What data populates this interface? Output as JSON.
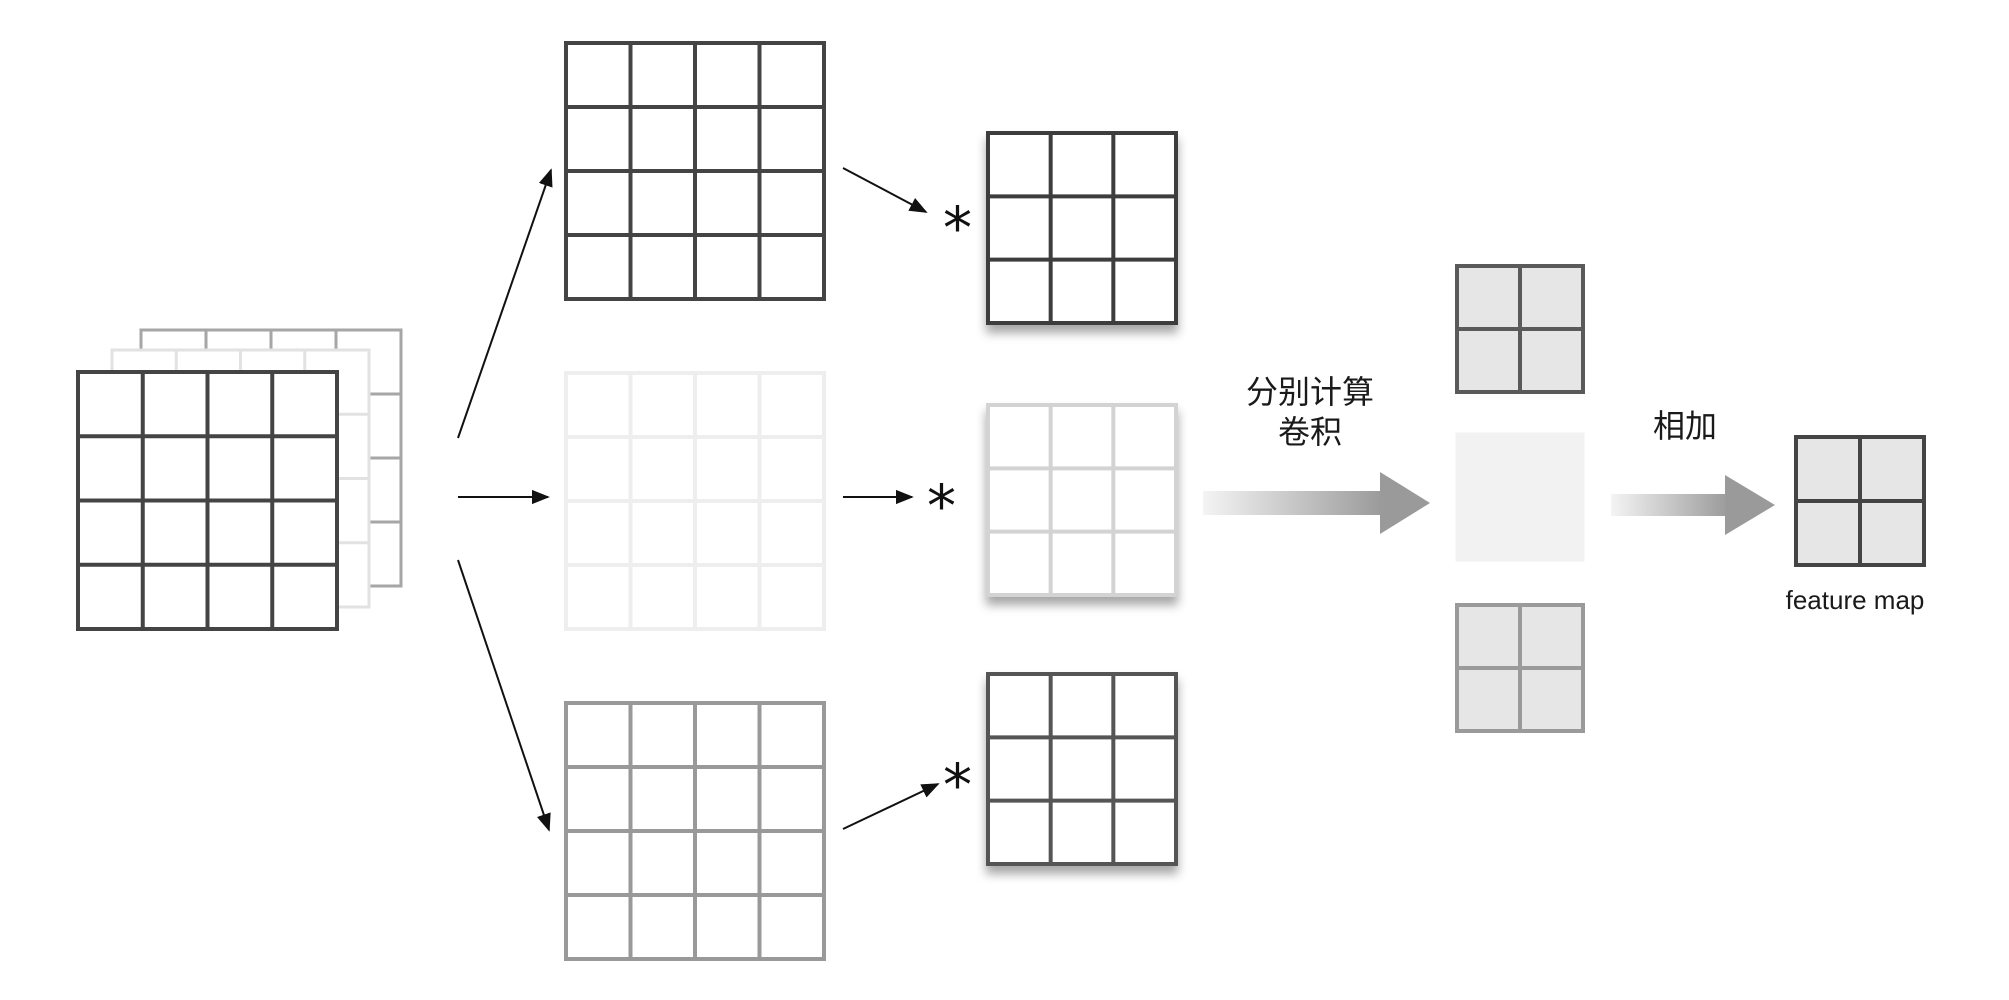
{
  "labels": {
    "compute_line1": "分别计算",
    "compute_line2": "卷积",
    "add": "相加",
    "feature_map": "feature map",
    "conv_symbol": "*"
  },
  "colors": {
    "channel_dark": "#444444",
    "channel_light": "#eeeeee",
    "channel_mid": "#999999",
    "result_fill": "#e6e6e6",
    "result_light_fill": "#f2f2f2",
    "arrow_gradient_start": "#f4f4f4",
    "arrow_gradient_end": "#9a9a9a",
    "line": "#111111"
  },
  "grids": {
    "input_channels": {
      "rows": 4,
      "cols": 4,
      "count": 3
    },
    "channel_split": {
      "rows": 4,
      "cols": 4
    },
    "kernels": {
      "rows": 3,
      "cols": 3
    },
    "per_channel_results": {
      "rows": 2,
      "cols": 2
    },
    "feature_map": {
      "rows": 2,
      "cols": 2
    }
  }
}
